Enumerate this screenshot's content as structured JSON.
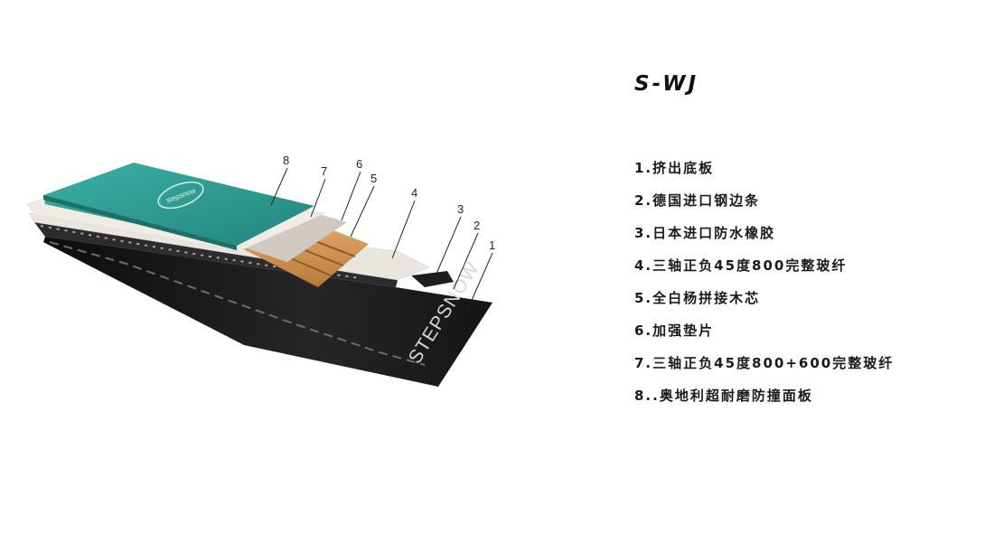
{
  "title": "S-WJ",
  "layers": [
    "1.挤出底板",
    "2.德国进口钢边条",
    "3.日本进口防水橡胶",
    "4.三轴正负45度800完整玻纤",
    "5.全白杨拼接木芯",
    "6.加强垫片",
    "7.三轴正负45度800+600完整玻纤",
    "8..奥地利超耐磨防撞面板"
  ],
  "callouts": [
    "8",
    "7",
    "6",
    "5",
    "4",
    "3",
    "2",
    "1"
  ],
  "base_brand_text": "STEPSNOW",
  "top_logo_text": "stepsnow",
  "colors": {
    "topsheet": "#2f9e95",
    "wood_core": "#d99a55",
    "base": "#141414",
    "fiberglass": "#ece8e2"
  }
}
